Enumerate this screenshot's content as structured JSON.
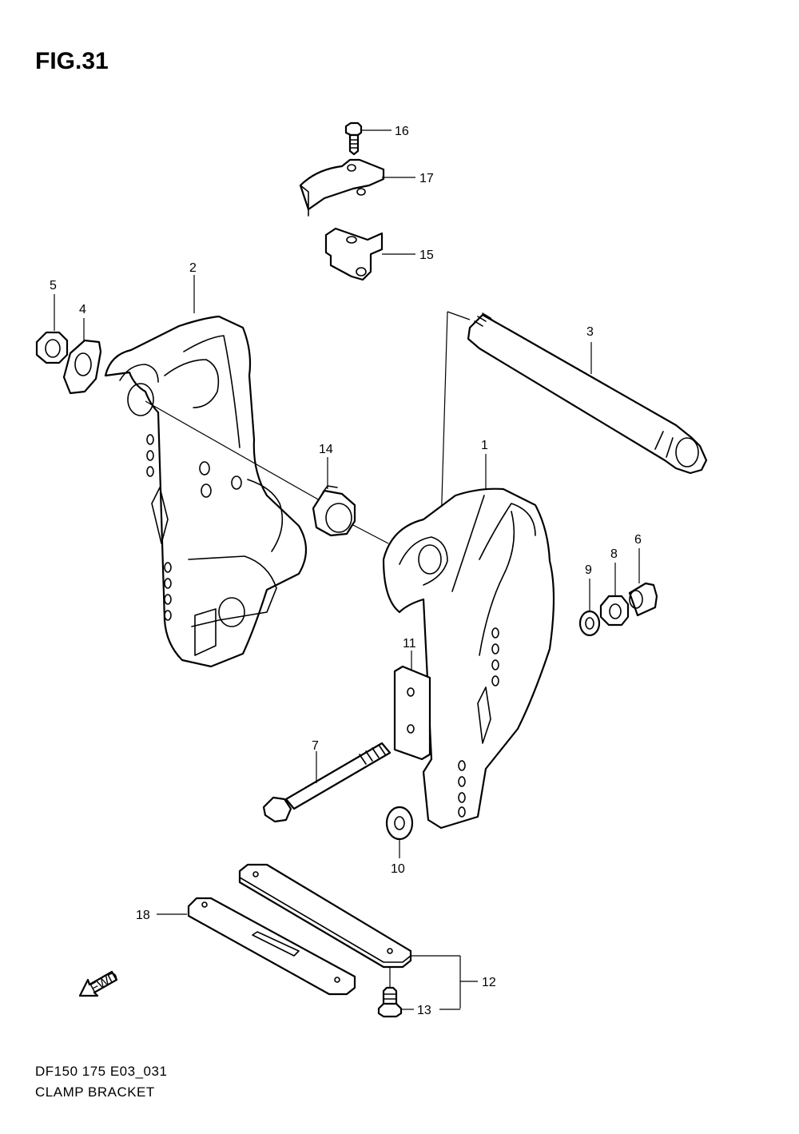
{
  "figure": {
    "title": "FIG.31",
    "code": "DF150 175 E03_031",
    "name": "CLAMP BRACKET",
    "fwd_label": "FWD"
  },
  "callouts": {
    "c1": "1",
    "c2": "2",
    "c3": "3",
    "c4": "4",
    "c5": "5",
    "c6": "6",
    "c7": "7",
    "c8": "8",
    "c9": "9",
    "c10": "10",
    "c11": "11",
    "c12": "12",
    "c13": "13",
    "c14": "14",
    "c15": "15",
    "c16": "16",
    "c17": "17",
    "c18": "18"
  },
  "parts": [
    {
      "callout": "1",
      "icon": "clamp-bracket-starboard-icon"
    },
    {
      "callout": "2",
      "icon": "clamp-bracket-port-icon"
    },
    {
      "callout": "3",
      "icon": "tilt-shaft-icon"
    },
    {
      "callout": "4",
      "icon": "washer-plate-icon"
    },
    {
      "callout": "5",
      "icon": "nut-icon"
    },
    {
      "callout": "6",
      "icon": "bushing-icon"
    },
    {
      "callout": "7",
      "icon": "bolt-icon"
    },
    {
      "callout": "8",
      "icon": "nut-icon"
    },
    {
      "callout": "9",
      "icon": "washer-icon"
    },
    {
      "callout": "10",
      "icon": "washer-icon"
    },
    {
      "callout": "11",
      "icon": "plate-icon"
    },
    {
      "callout": "12",
      "icon": "clamp-plate-set-icon"
    },
    {
      "callout": "13",
      "icon": "screw-icon"
    },
    {
      "callout": "14",
      "icon": "bushing-icon"
    },
    {
      "callout": "15",
      "icon": "bracket-plate-icon"
    },
    {
      "callout": "16",
      "icon": "screw-icon"
    },
    {
      "callout": "17",
      "icon": "cover-icon"
    },
    {
      "callout": "18",
      "icon": "clamp-plate-icon"
    }
  ]
}
